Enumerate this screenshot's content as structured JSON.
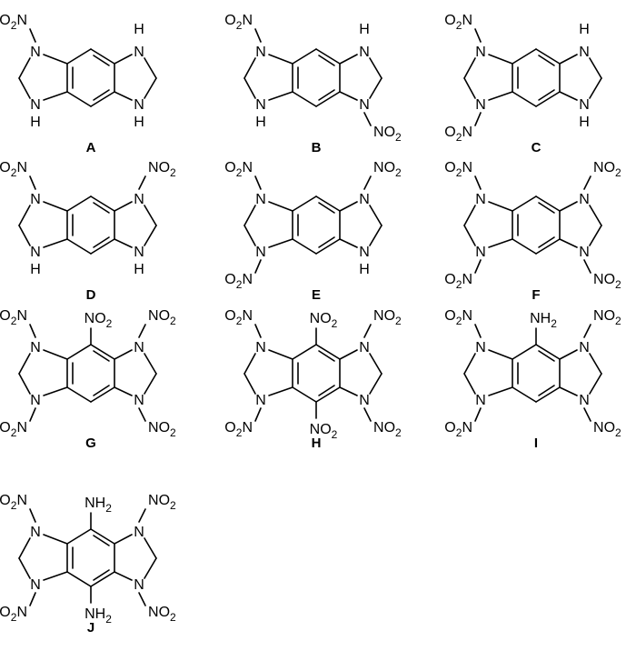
{
  "molecules": [
    {
      "label": "A",
      "subs": {
        "n1": "O2N",
        "n2": "H",
        "n3": "H",
        "n4": "H",
        "top": "",
        "bottom": ""
      }
    },
    {
      "label": "B",
      "subs": {
        "n1": "O2N",
        "n2": "H",
        "n3": "H",
        "n4": "NO2",
        "top": "",
        "bottom": ""
      }
    },
    {
      "label": "C",
      "subs": {
        "n1": "O2N",
        "n2": "O2N",
        "n3": "H",
        "n4": "H",
        "top": "",
        "bottom": ""
      }
    },
    {
      "label": "D",
      "subs": {
        "n1": "O2N",
        "n2": "H",
        "n3": "NO2",
        "n4": "H",
        "top": "",
        "bottom": ""
      }
    },
    {
      "label": "E",
      "subs": {
        "n1": "O2N",
        "n2": "O2N",
        "n3": "NO2",
        "n4": "H",
        "top": "",
        "bottom": ""
      }
    },
    {
      "label": "F",
      "subs": {
        "n1": "O2N",
        "n2": "O2N",
        "n3": "NO2",
        "n4": "NO2",
        "top": "",
        "bottom": ""
      }
    },
    {
      "label": "G",
      "subs": {
        "n1": "O2N",
        "n2": "O2N",
        "n3": "NO2",
        "n4": "NO2",
        "top": "NO2",
        "bottom": ""
      }
    },
    {
      "label": "H",
      "subs": {
        "n1": "O2N",
        "n2": "O2N",
        "n3": "NO2",
        "n4": "NO2",
        "top": "NO2",
        "bottom": "NO2"
      }
    },
    {
      "label": "I",
      "subs": {
        "n1": "O2N",
        "n2": "O2N",
        "n3": "NO2",
        "n4": "NO2",
        "top": "NH2",
        "bottom": ""
      }
    },
    {
      "label": "J",
      "subs": {
        "n1": "O2N",
        "n2": "O2N",
        "n3": "NO2",
        "n4": "NO2",
        "top": "NH2",
        "bottom": "NH2"
      }
    }
  ]
}
